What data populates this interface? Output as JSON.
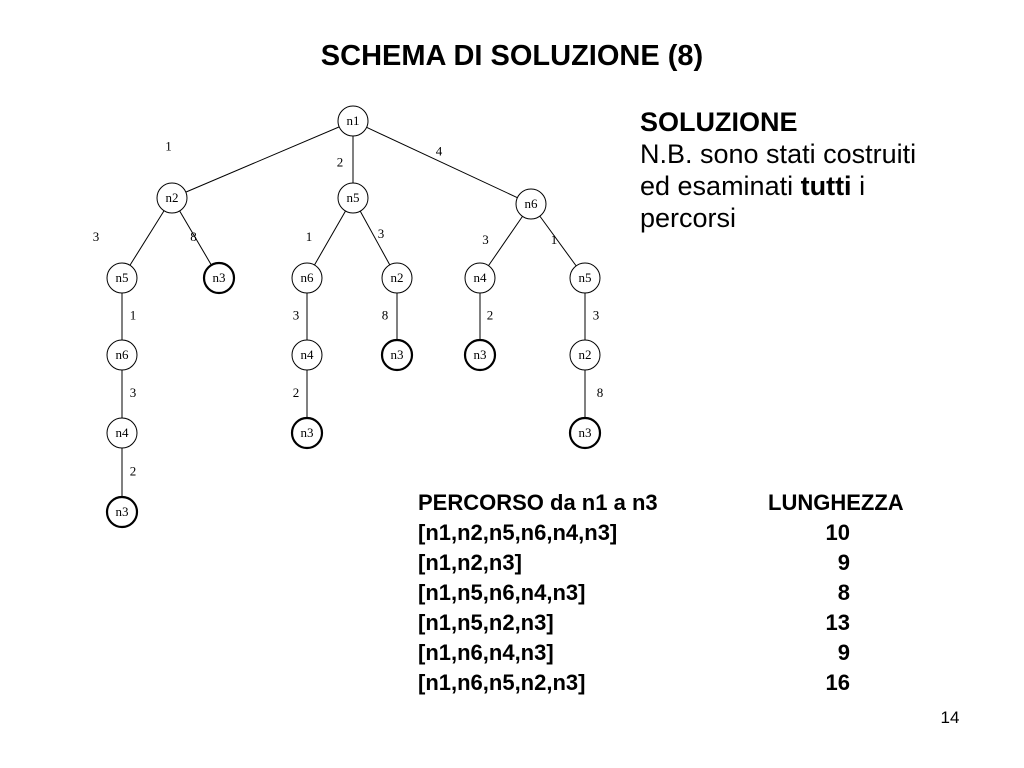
{
  "title": "SCHEMA DI SOLUZIONE (8)",
  "solution": {
    "heading": "SOLUZIONE",
    "line1": "N.B. sono stati costruiti",
    "line2_pre": "ed esaminati ",
    "line2_bold": "tutti",
    "line2_post": " i",
    "line3": "percorsi"
  },
  "table": {
    "header_path": "PERCORSO da n1 a n3",
    "header_length": "LUNGHEZZA",
    "rows": [
      {
        "path": "[n1,n2,n5,n6,n4,n3]",
        "length": "10"
      },
      {
        "path": "[n1,n2,n3]",
        "length": "9"
      },
      {
        "path": "[n1,n5,n6,n4,n3]",
        "length": "8"
      },
      {
        "path": "[n1,n5,n2,n3]",
        "length": "13"
      },
      {
        "path": "[n1,n6,n4,n3]",
        "length": "9"
      },
      {
        "path": "[n1,n6,n5,n2,n3]",
        "length": "16"
      }
    ]
  },
  "tree": {
    "nodes": [
      {
        "id": "a",
        "label": "n1",
        "goal": false
      },
      {
        "id": "b",
        "label": "n2",
        "goal": false
      },
      {
        "id": "c",
        "label": "n5",
        "goal": false
      },
      {
        "id": "d",
        "label": "n6",
        "goal": false
      },
      {
        "id": "e",
        "label": "n5",
        "goal": false
      },
      {
        "id": "f",
        "label": "n3",
        "goal": true
      },
      {
        "id": "g",
        "label": "n6",
        "goal": false
      },
      {
        "id": "h",
        "label": "n2",
        "goal": false
      },
      {
        "id": "i",
        "label": "n4",
        "goal": false
      },
      {
        "id": "j",
        "label": "n5",
        "goal": false
      },
      {
        "id": "k",
        "label": "n6",
        "goal": false
      },
      {
        "id": "l",
        "label": "n4",
        "goal": false
      },
      {
        "id": "m",
        "label": "n3",
        "goal": true
      },
      {
        "id": "n",
        "label": "n3",
        "goal": true
      },
      {
        "id": "o",
        "label": "n2",
        "goal": false
      },
      {
        "id": "p",
        "label": "n4",
        "goal": false
      },
      {
        "id": "q",
        "label": "n3",
        "goal": true
      },
      {
        "id": "r",
        "label": "n3",
        "goal": true
      },
      {
        "id": "s",
        "label": "n3",
        "goal": true
      }
    ],
    "edges": [
      {
        "from": "a",
        "to": "b",
        "weight": "1"
      },
      {
        "from": "a",
        "to": "c",
        "weight": "2"
      },
      {
        "from": "a",
        "to": "d",
        "weight": "4"
      },
      {
        "from": "b",
        "to": "e",
        "weight": "3"
      },
      {
        "from": "b",
        "to": "f",
        "weight": "8"
      },
      {
        "from": "c",
        "to": "g",
        "weight": "1"
      },
      {
        "from": "c",
        "to": "h",
        "weight": "3"
      },
      {
        "from": "d",
        "to": "i",
        "weight": "3"
      },
      {
        "from": "d",
        "to": "j",
        "weight": "1"
      },
      {
        "from": "e",
        "to": "k",
        "weight": "1"
      },
      {
        "from": "g",
        "to": "l",
        "weight": "3"
      },
      {
        "from": "h",
        "to": "m",
        "weight": "8"
      },
      {
        "from": "i",
        "to": "n",
        "weight": "2"
      },
      {
        "from": "j",
        "to": "o",
        "weight": "3"
      },
      {
        "from": "k",
        "to": "p",
        "weight": "3"
      },
      {
        "from": "l",
        "to": "q",
        "weight": "2"
      },
      {
        "from": "o",
        "to": "r",
        "weight": "8"
      },
      {
        "from": "p",
        "to": "s",
        "weight": "2"
      }
    ]
  },
  "page_number": "14"
}
